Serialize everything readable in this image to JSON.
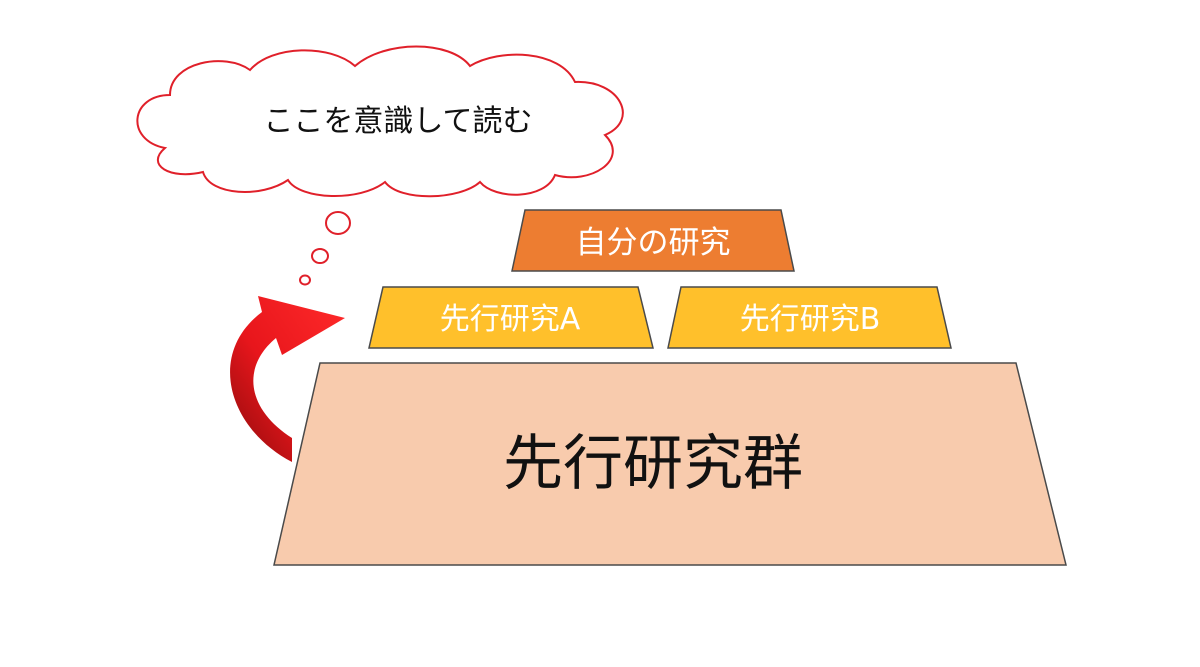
{
  "thought_bubble": {
    "text": "ここを意識して読む"
  },
  "pyramid": {
    "top": {
      "label": "自分の研究"
    },
    "middle_left": {
      "label": "先行研究A"
    },
    "middle_right": {
      "label": "先行研究B"
    },
    "base": {
      "label": "先行研究群"
    }
  },
  "colors": {
    "bubble_stroke": "#e0202a",
    "bubble_fill": "#ffffff",
    "top_fill": "#ed7d31",
    "middle_fill": "#ffc02b",
    "base_fill": "#f8cbad",
    "shape_stroke": "#4a4a4a",
    "arrow_red": "#e8161c",
    "arrow_dark": "#8b0b0b"
  },
  "icons": {
    "arrow": "curved-arrow-icon"
  }
}
